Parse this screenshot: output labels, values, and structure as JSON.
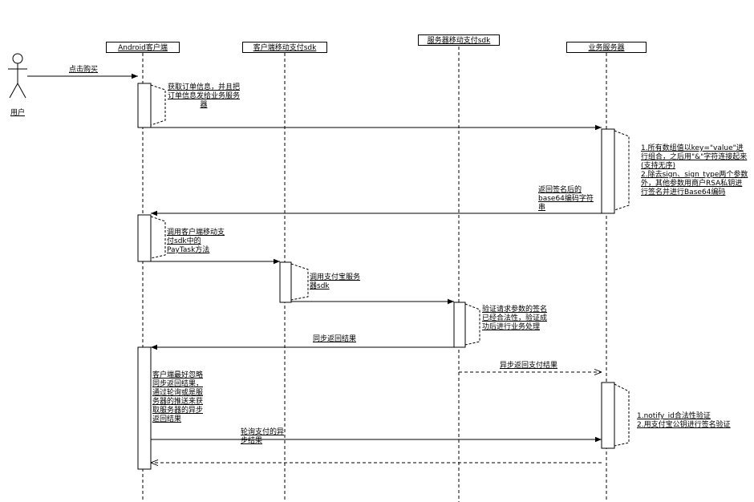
{
  "actor": {
    "name": "用户"
  },
  "lifelines": [
    {
      "id": "android",
      "label": "Android客户端"
    },
    {
      "id": "client_sdk",
      "label": "客户端移动支付sdk"
    },
    {
      "id": "server_sdk",
      "label": "服务器移动支付sdk"
    },
    {
      "id": "biz_server",
      "label": "业务服务器"
    }
  ],
  "messages": {
    "buy": "点击购买",
    "get_order": "获取订单信息，并且把订单信息发给业务服务器",
    "sign_rules": "1.所有数组值以key=\"value\"进行组合，之后用\"&\"字符连接起来(支持无序)\n2.除去sign、sign_type两个参数外，其他参数用商户RSA私钥进行签名并进行Base64编码",
    "return_signed": "返回签名后的base64编码字符串",
    "call_paytask": "调用客户端移动支付sdk中的PayTask方法",
    "call_alipay": "调用支付宝服务器sdk",
    "verify": "验证请求参数的签名已经合法性，验证成功后进行业务处理",
    "sync_return": "同步返回结果",
    "async_return": "异步返回支付结果",
    "client_note": "客户端最好忽略同步返回结果，通过轮询或是服务器的推送来获取服务器的异步返回结果",
    "poll": "轮询支付的异步结果",
    "server_verify": "1.notify_id合法性验证\n2.用支付宝公钥进行签名验证"
  }
}
